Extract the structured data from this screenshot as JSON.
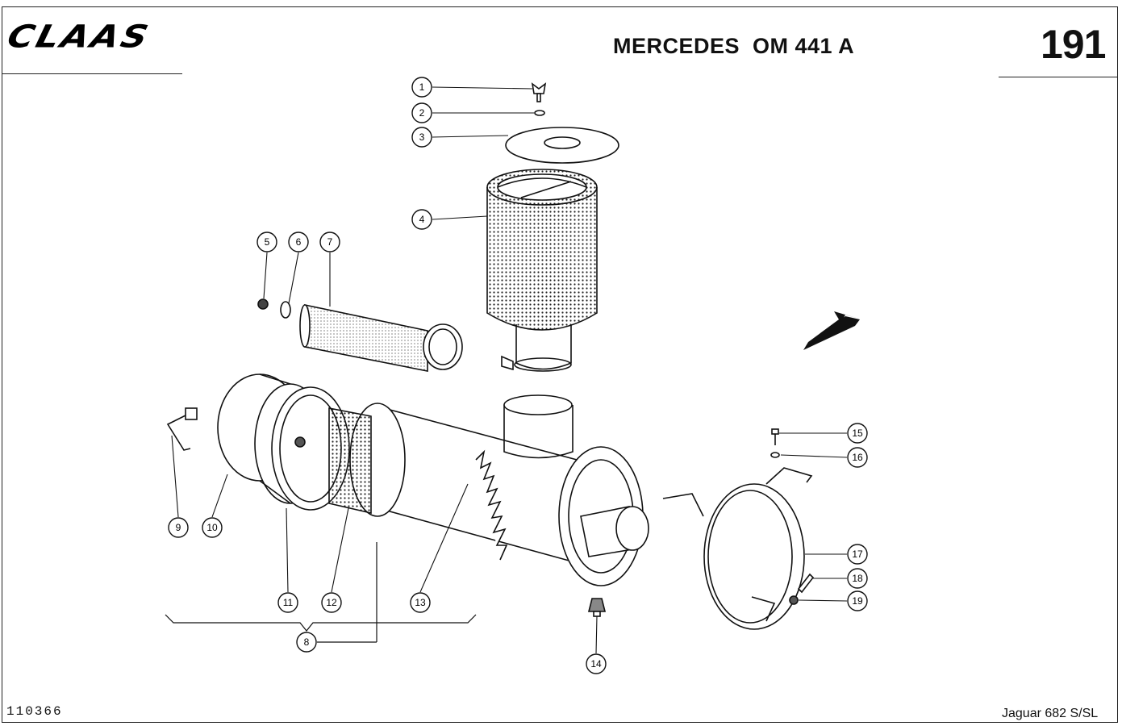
{
  "header": {
    "logo": "CLAAS",
    "title": "MERCEDES  OM 441 A",
    "page_number": "191"
  },
  "footer": {
    "doc_code": "110366",
    "model": "Jaguar 682 S/SL"
  },
  "callouts": [
    "1",
    "2",
    "3",
    "4",
    "5",
    "6",
    "7",
    "8",
    "9",
    "10",
    "11",
    "12",
    "13",
    "14",
    "15",
    "16",
    "17",
    "18",
    "19"
  ]
}
